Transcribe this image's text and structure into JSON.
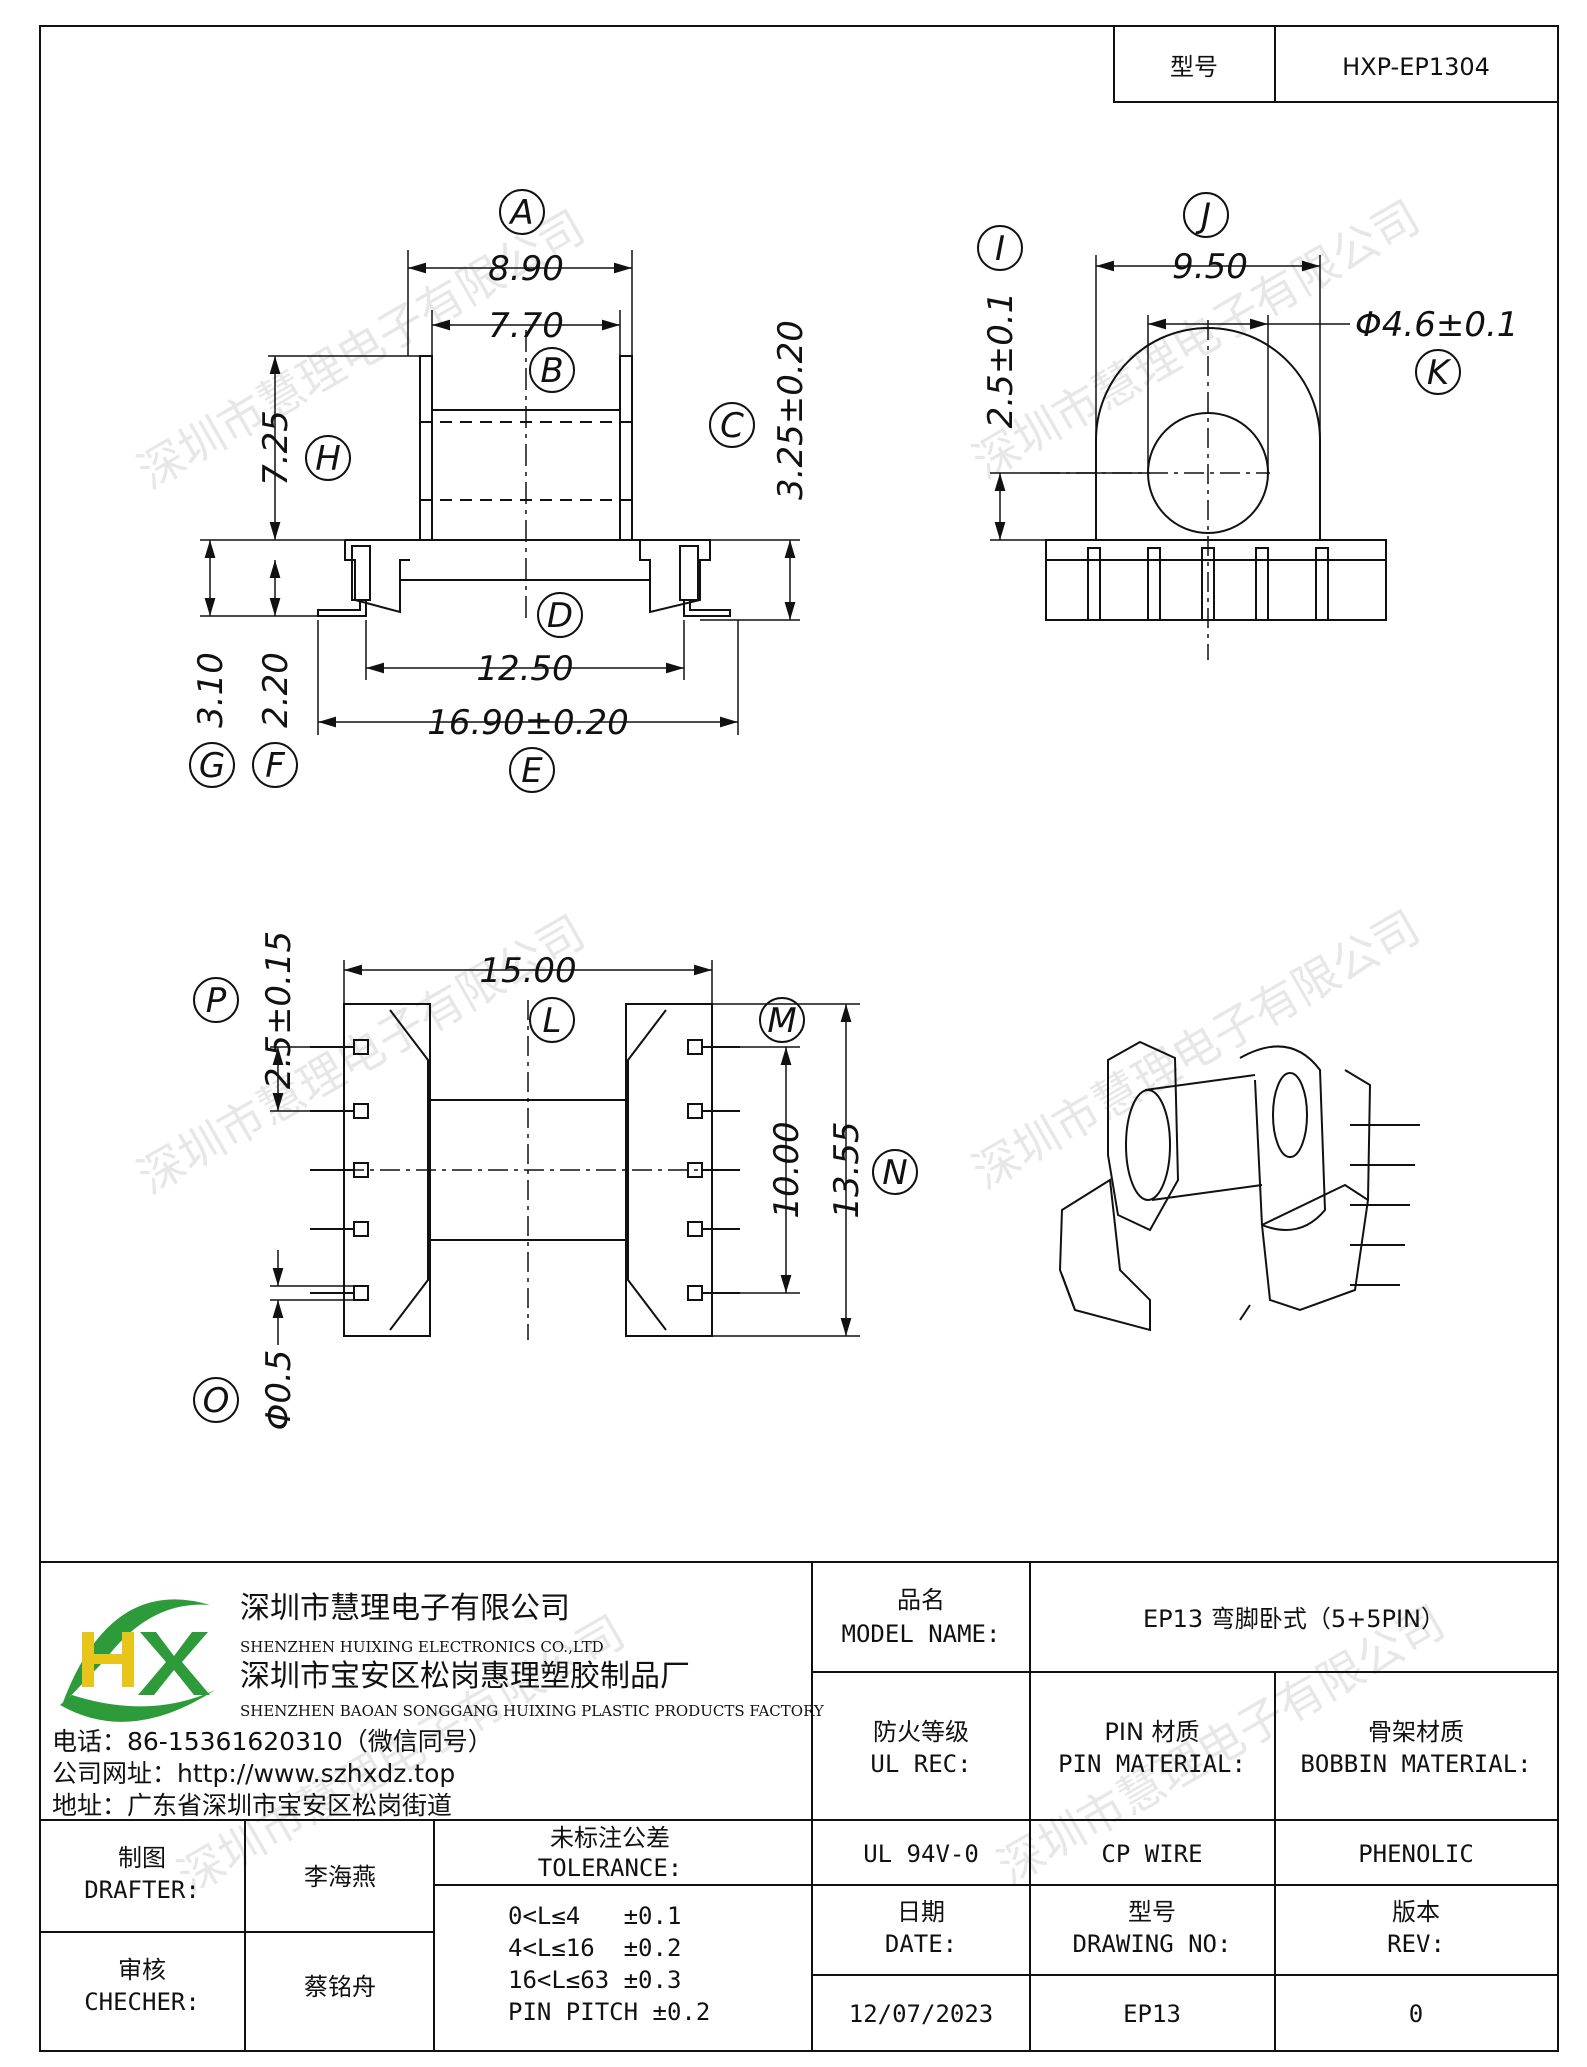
{
  "header": {
    "model_label": "型号",
    "model_value": "HXP-EP1304"
  },
  "watermark": "深圳市慧理电子有限公司",
  "dimensions": {
    "side": {
      "A": "8.90",
      "B": "7.70",
      "C": "3.25±0.20",
      "D": "12.50",
      "E": "16.90±0.20",
      "F": "2.20",
      "G": "3.10",
      "H": "7.25"
    },
    "front": {
      "I": "2.5±0.1",
      "J": "9.50",
      "K": "Φ4.6±0.1"
    },
    "bottom": {
      "L": "15.00",
      "M": "10.00",
      "N": "13.55",
      "O": "Φ0.5",
      "P": "2.5±0.15"
    }
  },
  "labels": [
    "A",
    "B",
    "C",
    "D",
    "E",
    "F",
    "G",
    "H",
    "I",
    "J",
    "K",
    "L",
    "M",
    "N",
    "O",
    "P"
  ],
  "company": {
    "name_cn": "深圳市慧理电子有限公司",
    "name_en": "SHENZHEN HUIXING ELECTRONICS CO.,LTD",
    "factory_cn": "深圳市宝安区松岗惠理塑胶制品厂",
    "factory_en": "SHENZHEN BAOAN SONGGANG HUIXING PLASTIC PRODUCTS FACTORY",
    "phone": "电话：86-15361620310（微信同号）",
    "website": "公司网址：http://www.szhxdz.top",
    "address": "地址：广东省深圳市宝安区松岗街道",
    "logo_text": "HX"
  },
  "titleblock": {
    "model_name_cn": "品名",
    "model_name_en": "MODEL NAME:",
    "model_name_value": "EP13 弯脚卧式（5+5PIN）",
    "ul_cn": "防火等级",
    "ul_en": "UL REC:",
    "ul_value": "UL 94V-0",
    "pin_cn": "PIN 材质",
    "pin_en": "PIN MATERIAL:",
    "pin_value": "CP WIRE",
    "bobbin_cn": "骨架材质",
    "bobbin_en": "BOBBIN MATERIAL:",
    "bobbin_value": "PHENOLIC",
    "date_cn": "日期",
    "date_en": "DATE:",
    "date_value": "12/07/2023",
    "dwg_cn": "型号",
    "dwg_en": "DRAWING NO:",
    "dwg_value": "EP13",
    "rev_cn": "版本",
    "rev_en": "REV:",
    "rev_value": "0",
    "drafter_cn": "制图",
    "drafter_en": "DRAFTER:",
    "drafter_value": "李海燕",
    "checker_cn": "审核",
    "checker_en": "CHECHER:",
    "checker_value": "蔡铭舟",
    "tol_cn": "未标注公差",
    "tol_en": "TOLERANCE:",
    "tol_lines": [
      "0<L≤4   ±0.1",
      "4<L≤16  ±0.2",
      "16<L≤63 ±0.3",
      "PIN PITCH ±0.2"
    ]
  },
  "colors": {
    "logo_green": "#2e9b3a",
    "logo_yellow": "#e8c51a",
    "line": "#111111"
  }
}
